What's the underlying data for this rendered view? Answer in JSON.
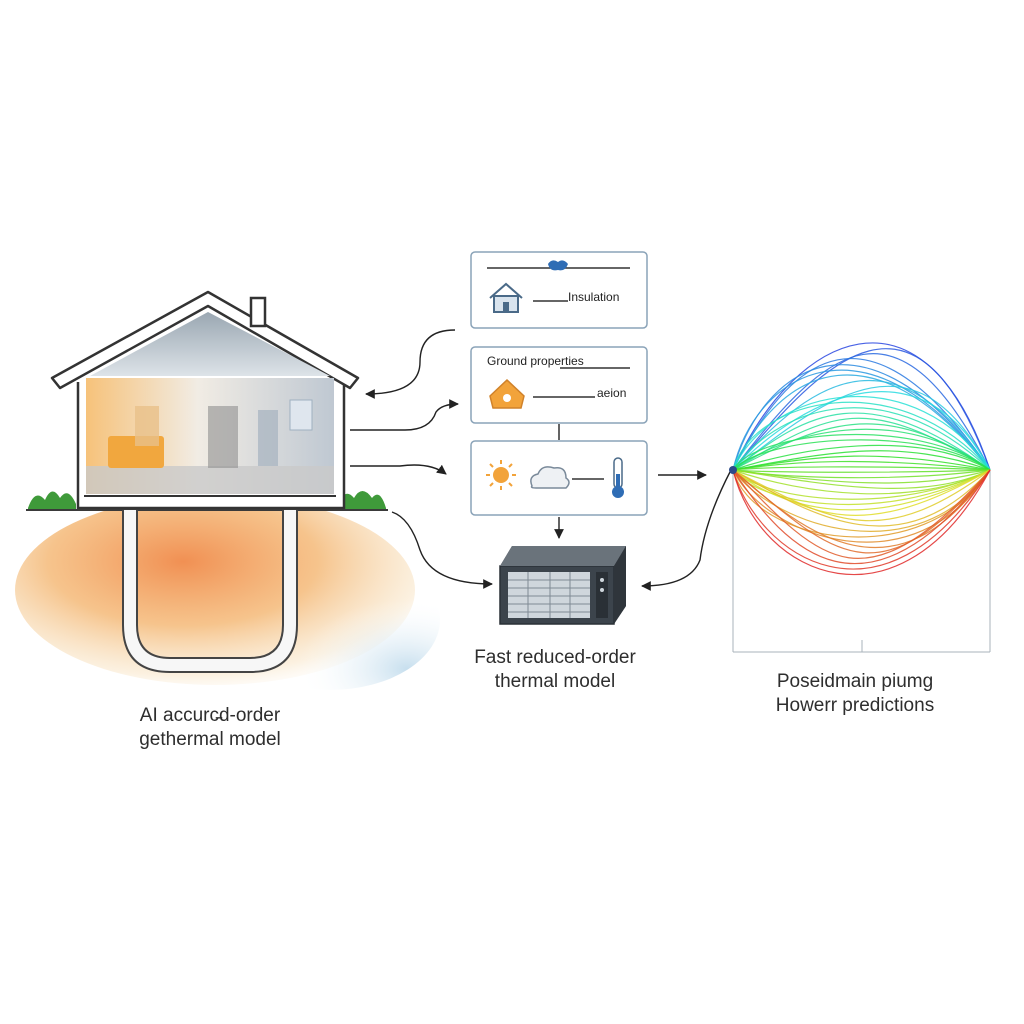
{
  "house": {
    "caption_line1": "AI accurc̵d-order",
    "caption_line2": "gethermal model"
  },
  "inputs": {
    "panel1_label": "Insulation",
    "panel2_label_top": "Ground properties",
    "panel2_label_bottom": "aeion"
  },
  "reduced_model": {
    "caption_line1": "Fast reduced-order",
    "caption_line2": "thermal model"
  },
  "predictions": {
    "caption_line1": "Poseidmain piumg",
    "caption_line2": "Howerr predictions"
  },
  "colors": {
    "accent_blue": "#2f6db5",
    "panel_border": "#8aa3b8",
    "arrow": "#222222",
    "soil_warm": "#f0a060",
    "grass": "#3f9a3a",
    "icon_orange": "#f2a33a"
  },
  "icons": [
    "house-icon",
    "warm-house-icon",
    "sun-icon",
    "cloud-icon",
    "thermometer-icon",
    "computer-icon",
    "chimney-icon"
  ]
}
